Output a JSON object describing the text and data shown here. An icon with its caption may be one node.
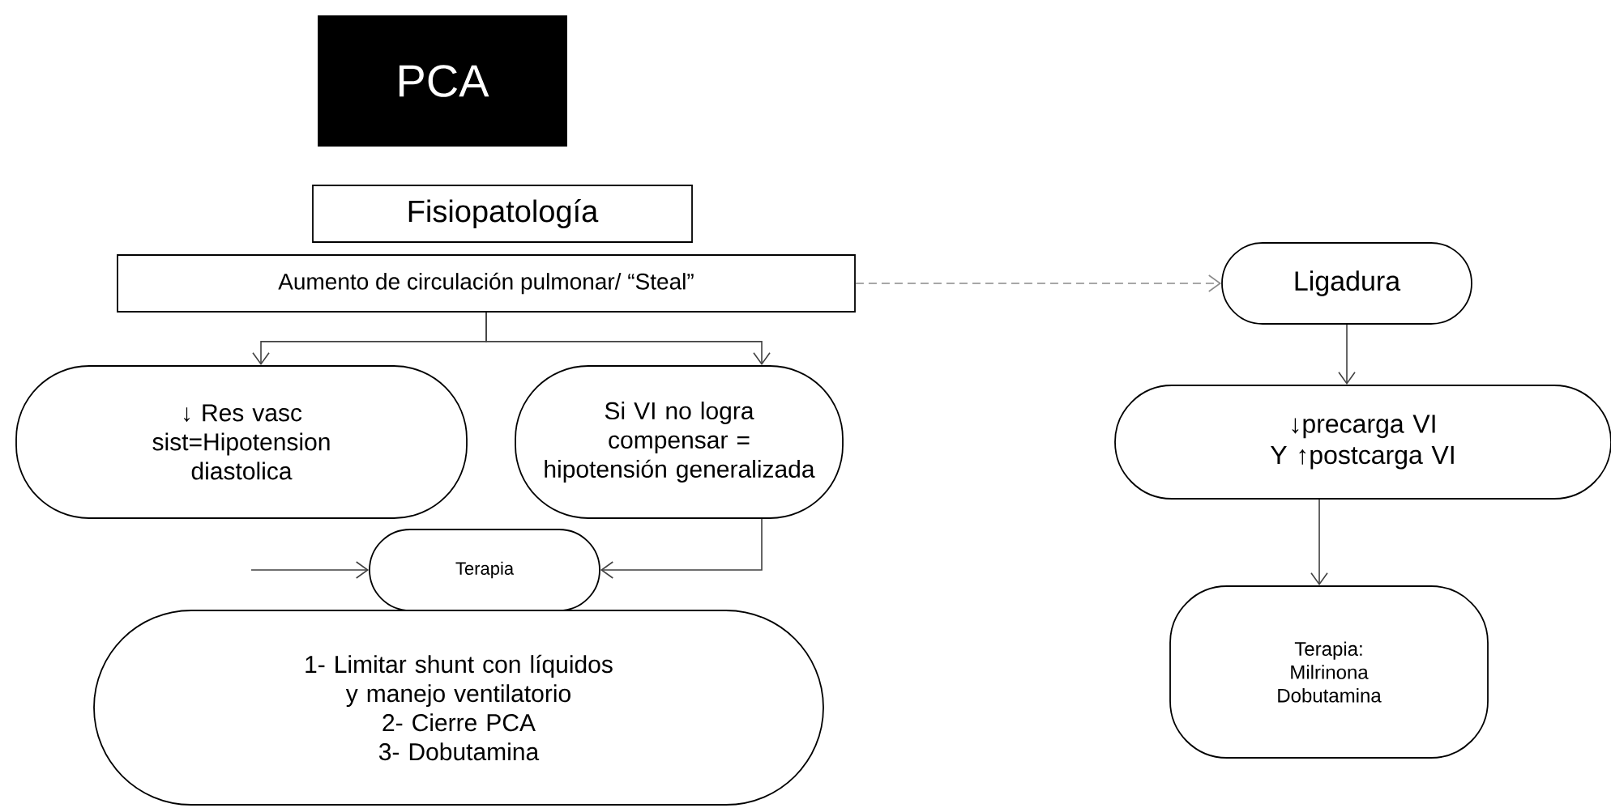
{
  "diagram": {
    "nodes": [
      {
        "text": [
          "PCA"
        ]
      },
      {
        "text": [
          "Fisiopatología"
        ]
      },
      {
        "text": [
          "Aumento de circulación pulmonar/ “Steal”"
        ]
      },
      {
        "text": [
          "↓ Res vasc sist=Hipotension diastolica"
        ]
      },
      {
        "text": [
          "Si VI no logra compensar = hipotensión generalizada"
        ]
      },
      {
        "text": [
          "Ligadura"
        ]
      },
      {
        "text": [
          "↓precarga VI",
          "Y ↑postcarga VI"
        ]
      },
      {
        "text": [
          "Terapia"
        ]
      },
      {
        "text": [
          "1- Limitar shunt con líquidos y manejo ventilatorio",
          "2- Cierre PCA",
          "3- Dobutamina"
        ]
      },
      {
        "text": [
          "Terapia:",
          "Milrinona Dobutamina"
        ]
      }
    ],
    "edges": [
      {
        "from": 2,
        "to": 3,
        "arrow": "to"
      },
      {
        "from": 2,
        "to": 4,
        "arrow": "to"
      },
      {
        "from": 2,
        "to": 5,
        "arrow": "to",
        "style": "dashed",
        "color": "#8a8a8a"
      },
      {
        "from": 5,
        "to": 6,
        "arrow": "to"
      },
      {
        "from": 6,
        "to": 9,
        "arrow": "to"
      },
      {
        "from": 4,
        "to": 7,
        "arrow": "to"
      },
      {
        "from": null,
        "to": 7,
        "arrow": "to"
      }
    ]
  }
}
